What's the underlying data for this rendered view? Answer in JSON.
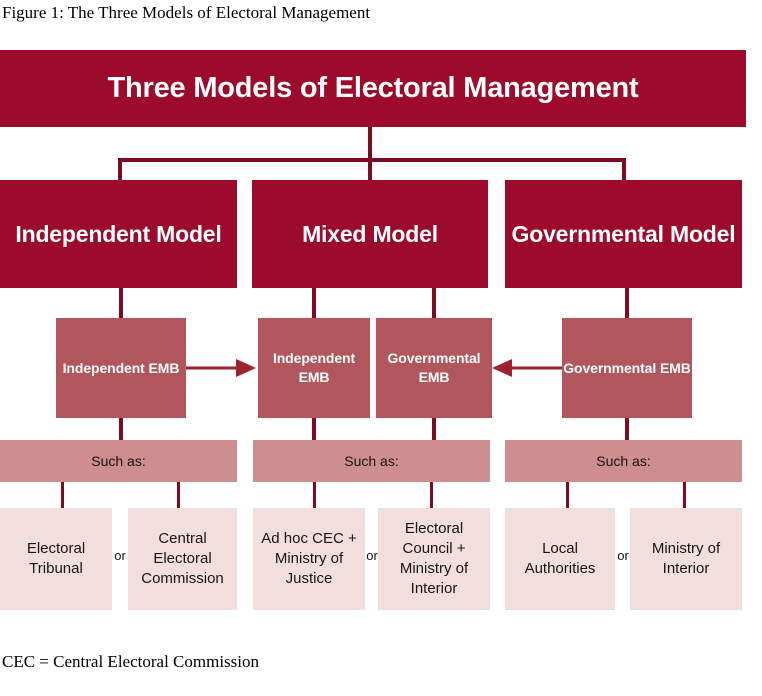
{
  "figure": {
    "caption": "Figure 1: The Three Models of Electoral Management",
    "footnote": "CEC = Central Electoral Commission"
  },
  "colors": {
    "dark_crimson": "#9c0b2b",
    "line_crimson": "#7d0b22",
    "emb_rose": "#b1565c",
    "suchas_rose": "#ce8e90",
    "example_pink": "#f2dedd",
    "text_white": "#ffffff",
    "text_dark": "#161616",
    "background": "#ffffff"
  },
  "diagram": {
    "title": "Three Models of Electoral Management",
    "models": [
      {
        "label": "Independent Model"
      },
      {
        "label": "Mixed Model"
      },
      {
        "label": "Governmental Model"
      }
    ],
    "emb_boxes": [
      {
        "label": "Independent EMB"
      },
      {
        "label": "Independent EMB"
      },
      {
        "label": "Governmental EMB"
      },
      {
        "label": "Governmental EMB"
      }
    ],
    "such_as_label": "Such as:",
    "such_as_bars": [
      {
        "label": "Such as:"
      },
      {
        "label": "Such as:"
      },
      {
        "label": "Such as:"
      }
    ],
    "or_label": "or",
    "or_labels": [
      {
        "label": "or"
      },
      {
        "label": "or"
      },
      {
        "label": "or"
      }
    ],
    "examples": [
      {
        "label": "Electoral Tribunal"
      },
      {
        "label": "Central Electoral Commission"
      },
      {
        "label": "Ad hoc CEC + Ministry of Justice"
      },
      {
        "label": "Electoral Council + Ministry of Interior"
      },
      {
        "label": "Local Authorities"
      },
      {
        "label": "Ministry of Interior"
      }
    ],
    "arrows": [
      {
        "name": "arrow-independent-to-mixed",
        "direction": "right"
      },
      {
        "name": "arrow-governmental-to-mixed",
        "direction": "left"
      }
    ]
  }
}
